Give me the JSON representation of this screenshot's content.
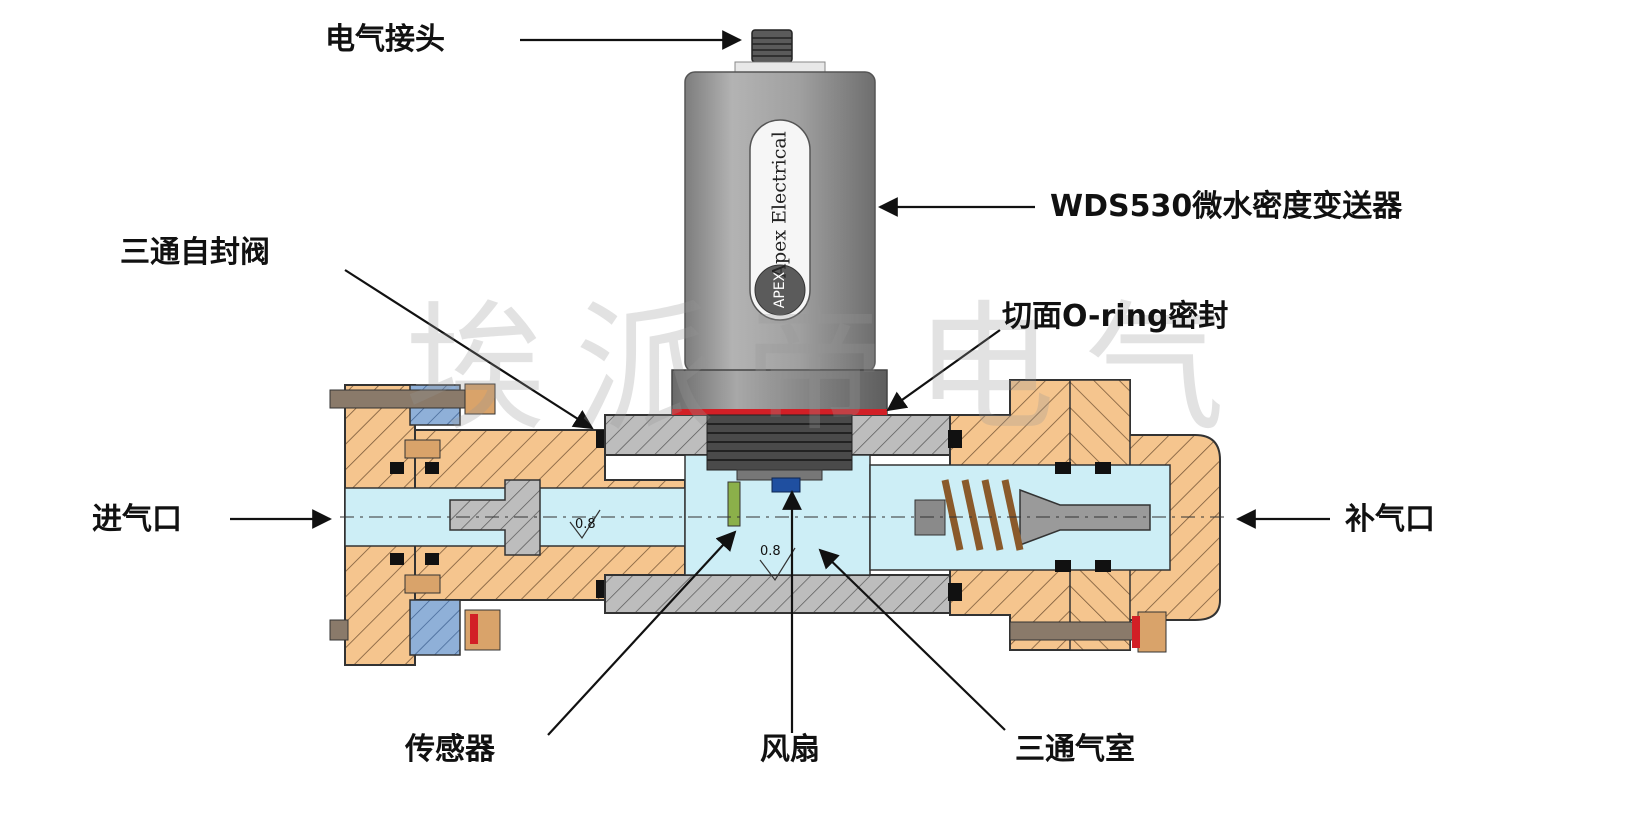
{
  "labels": {
    "electrical_connector": "电气接头",
    "transmitter": "WDS530微水密度变送器",
    "self_seal_valve": "三通自封阀",
    "face_oring_seal": "切面O-ring密封",
    "inlet": "进气口",
    "refill_port": "补气口",
    "sensor": "传感器",
    "fan": "风扇",
    "gas_chamber": "三通气室"
  },
  "brand": {
    "name": "Apex Electrical",
    "logo": "APEX"
  },
  "watermark": "埃派帝电气",
  "surface_marks": [
    "0.8",
    "0.8"
  ],
  "colors": {
    "body_orange": "#f5c58e",
    "gas_channel_blue": "#cdeef6",
    "flange_blue": "#8fb0d8",
    "housing_gray": "#9c9c9c",
    "seal_red": "#d21f26",
    "spring_brown": "#8a5a2b"
  }
}
